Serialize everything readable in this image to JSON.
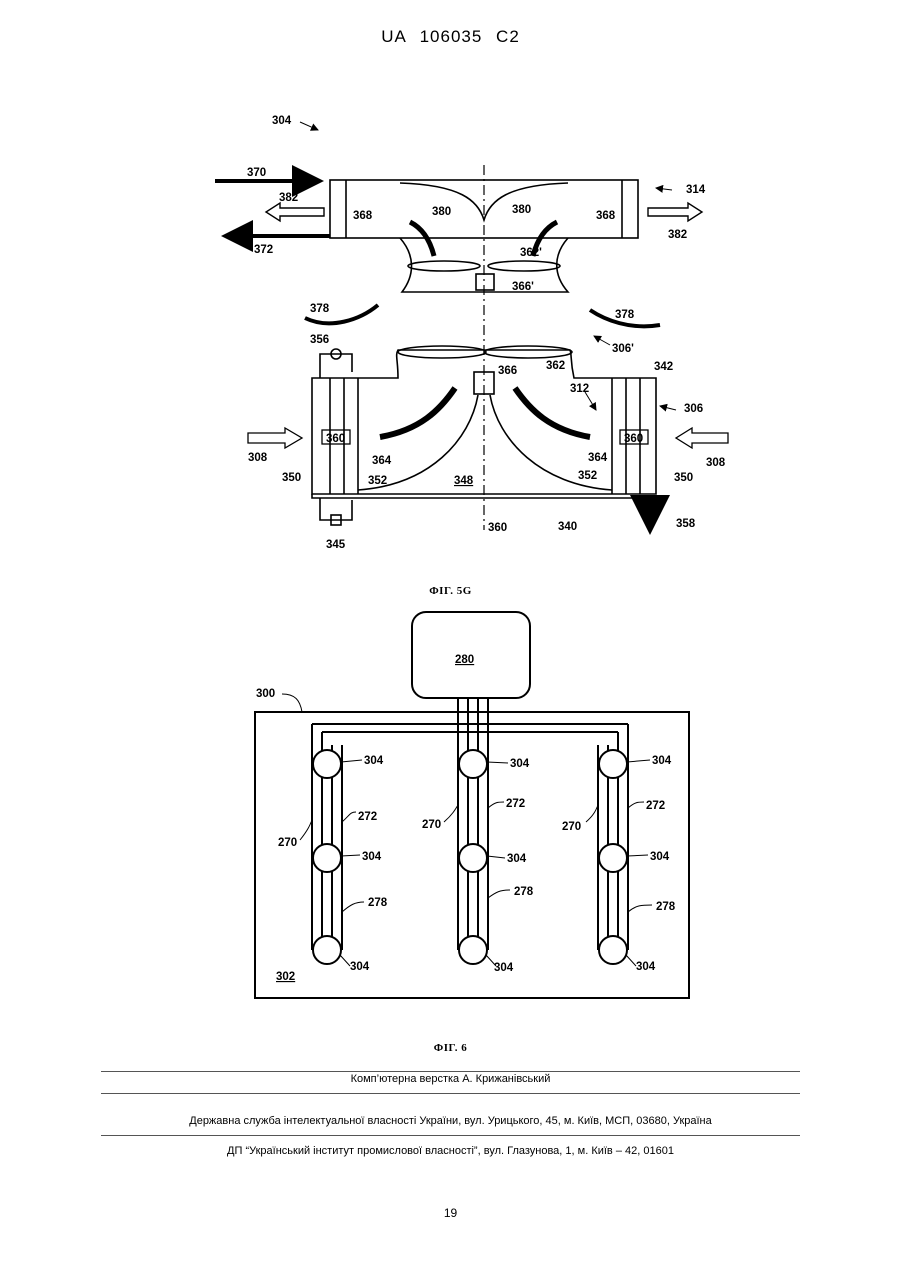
{
  "header": {
    "patent_id": "UA   106035   C2"
  },
  "figure_5g": {
    "caption": "ФІГ. 5G",
    "labels": {
      "l304": "304",
      "l370": "370",
      "l382a": "382",
      "l382b": "382",
      "l314": "314",
      "l368a": "368",
      "l368b": "368",
      "l380a": "380",
      "l380b": "380",
      "l372": "372",
      "l362p": "362'",
      "l366p": "366'",
      "l378a": "378",
      "l378b": "378",
      "l306p": "306'",
      "l356": "356",
      "l366": "366",
      "l362": "362",
      "l342": "342",
      "l312": "312",
      "l306": "306",
      "l360a": "360",
      "l360b": "360",
      "l308a": "308",
      "l308b": "308",
      "l364a": "364",
      "l364b": "364",
      "l350a": "350",
      "l350b": "350",
      "l352a": "352",
      "l352b": "352",
      "l348": "348",
      "l360c": "360",
      "l340": "340",
      "l358": "358",
      "l345": "345"
    }
  },
  "figure_6": {
    "caption": "ФІГ. 6",
    "labels": {
      "l280": "280",
      "l300": "300",
      "l302": "302",
      "l304a": "304",
      "l304b": "304",
      "l304c": "304",
      "l304d": "304",
      "l304e": "304",
      "l304f": "304",
      "l304g": "304",
      "l304h": "304",
      "l304i": "304",
      "l272a": "272",
      "l272b": "272",
      "l272c": "272",
      "l270a": "270",
      "l270b": "270",
      "l270c": "270",
      "l278a": "278",
      "l278b": "278",
      "l278c": "278"
    }
  },
  "footer": {
    "layout_credit": "Комп’ютерна верстка А. Крижанівський",
    "agency": "Державна служба інтелектуальної власності України, вул. Урицького, 45, м. Київ, МСП, 03680, Україна",
    "institute": "ДП “Український інститут промислової власності”, вул. Глазунова, 1, м. Київ – 42, 01601"
  },
  "page_number": "19"
}
